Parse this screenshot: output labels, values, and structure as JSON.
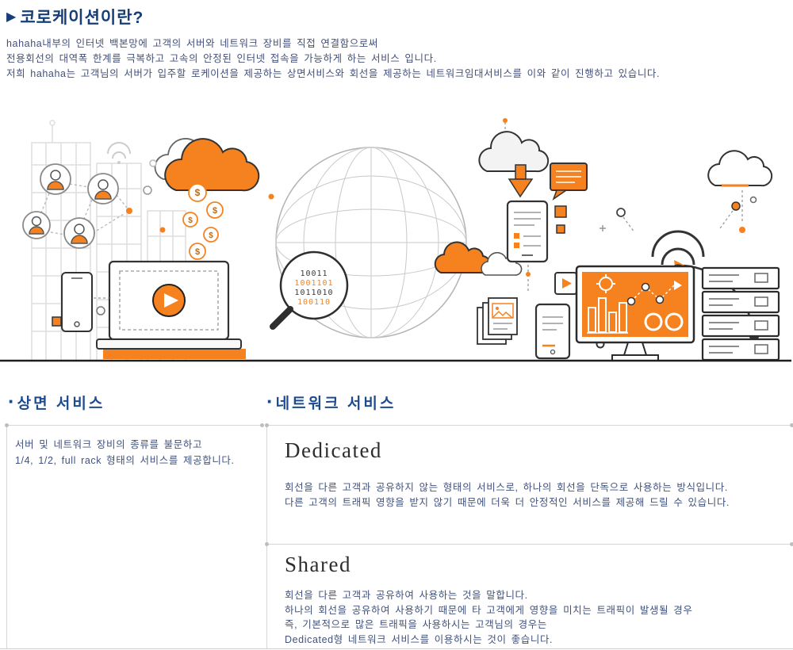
{
  "header": {
    "title_marker": "▶",
    "title": "코로케이션이란?",
    "description_lines": [
      "hahaha내부의 인터넷 백본망에 고객의 서버와 네트워크 장비를 직접 연결함으로써",
      "전용회선의 대역폭 한계를 극복하고 고속의 안정된 인터넷 접속을 가능하게 하는 서비스 입니다.",
      "저희 hahaha는 고객님의 서버가 입주할 로케이션을 제공하는 상면서비스와 회선을 제공하는 네트워크임대서비스를 이와 같이 진행하고 있습니다."
    ]
  },
  "illustration": {
    "coin_symbol": "$",
    "binary_rows": [
      "10011",
      "1001101",
      "1011010",
      "100110"
    ],
    "elements": [
      "buildings",
      "wifi",
      "user-network",
      "money-cloud",
      "dollar-coins",
      "laptop-video",
      "smartphone",
      "globe",
      "magnifier-binary",
      "clouds",
      "download-cloud",
      "document-phone",
      "chat-bubble",
      "photo-stack",
      "wifi-arch",
      "analytics-monitor",
      "server-rack"
    ]
  },
  "sections": {
    "rack": {
      "bullet": "·",
      "title": "상면 서비스",
      "description_lines": [
        "서버 및 네트워크 장비의 종류를 불문하고",
        "1/4, 1/2, full rack 형태의 서비스를 제공합니다."
      ]
    },
    "network": {
      "bullet": "·",
      "title": "네트워크 서비스",
      "items": [
        {
          "name": "Dedicated",
          "description_lines": [
            "회선을 다른 고객과 공유하지 않는 형태의 서비스로, 하나의 회선을 단독으로 사용하는 방식입니다.",
            "다른 고객의 트래픽 영향을 받지 않기 때문에 더욱 더 안정적인 서비스를 제공해 드릴 수 있습니다."
          ]
        },
        {
          "name": "Shared",
          "description_lines": [
            "회선을 다른 고객과 공유하여 사용하는 것을 말합니다.",
            "하나의 회선을 공유하여 사용하기 때문에 타 고객에게 영향을 미치는 트래픽이 발생될 경우",
            "즉, 기본적으로 많은 트래픽을 사용하시는 고객님의 경우는",
            "Dedicated형 네트워크 서비스를 이용하시는 것이 좋습니다."
          ]
        }
      ]
    }
  },
  "colors": {
    "accent": "#f5821f",
    "heading": "#1d4b8f",
    "body_text": "#44507a"
  }
}
